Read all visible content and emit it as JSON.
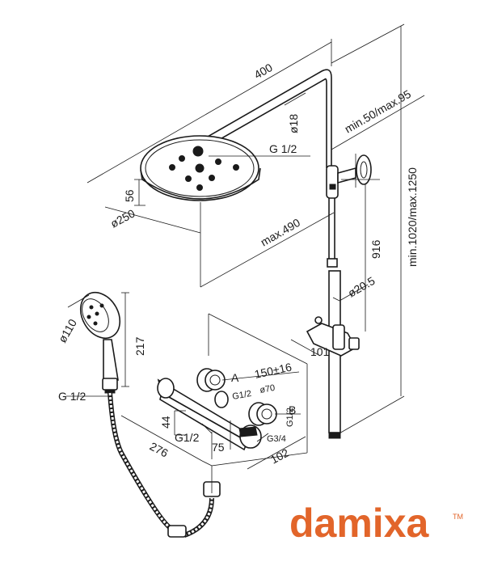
{
  "brand": {
    "name": "damixa",
    "trademark": "TM",
    "color": "#e2652a"
  },
  "dimensions": {
    "overhead_reach": "400",
    "rail_diameter_top": "ø18",
    "riser_height_range": "min.50/max.95",
    "head_thread": "G 1/2",
    "head_thickness": "56",
    "head_diameter": "ø250",
    "max_reach": "max.490",
    "total_height_range": "min.1020/max.1250",
    "rail_length": "916",
    "rail_diameter": "ø20.5",
    "holder_depth": "101",
    "hand_diameter": "ø110",
    "hand_length": "217",
    "hose_thread": "G 1/2",
    "centers": "150±16",
    "label_a": "A",
    "label_b": "B",
    "thread_a": "G1/2",
    "escutcheon": "ø70",
    "thread_b": "G1/2",
    "offset_height": "44",
    "inlet_thread": "G1/2",
    "mixer_width": "276",
    "mixer_depth": "75",
    "outlet_thread": "G3/4",
    "wall_depth": "102"
  }
}
